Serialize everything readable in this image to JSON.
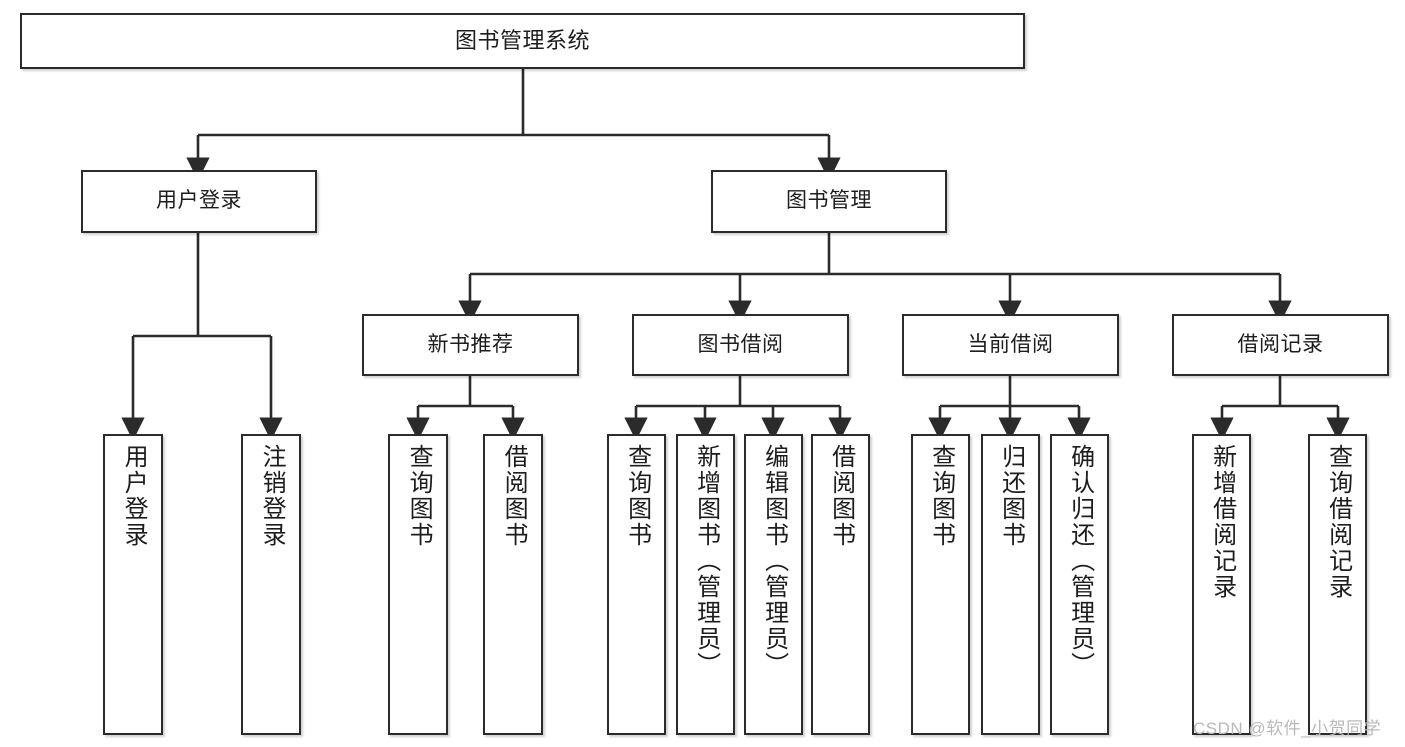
{
  "diagram": {
    "type": "tree-hierarchy-diagram",
    "title": "图书管理系统",
    "root": {
      "id": "root",
      "label": "图书管理系统"
    },
    "level2": [
      {
        "id": "user-login",
        "label": "用户登录"
      },
      {
        "id": "book-management",
        "label": "图书管理"
      }
    ],
    "level3": [
      {
        "id": "new-book-recommend",
        "label": "新书推荐",
        "parent": "book-management"
      },
      {
        "id": "book-borrow",
        "label": "图书借阅",
        "parent": "book-management"
      },
      {
        "id": "current-borrow",
        "label": "当前借阅",
        "parent": "book-management"
      },
      {
        "id": "borrow-record",
        "label": "借阅记录",
        "parent": "book-management"
      }
    ],
    "leaves": [
      {
        "id": "leaf-user-login",
        "label": "用户登录",
        "parent": "user-login"
      },
      {
        "id": "leaf-logout-login",
        "label": "注销登录",
        "parent": "user-login"
      },
      {
        "id": "leaf-query-book-1",
        "label": "查询图书",
        "parent": "new-book-recommend"
      },
      {
        "id": "leaf-borrow-book-1",
        "label": "借阅图书",
        "parent": "new-book-recommend"
      },
      {
        "id": "leaf-query-book-2",
        "label": "查询图书",
        "parent": "book-borrow"
      },
      {
        "id": "leaf-add-book",
        "label": "新增图书（管理员）",
        "parent": "book-borrow"
      },
      {
        "id": "leaf-edit-book",
        "label": "编辑图书（管理员）",
        "parent": "book-borrow"
      },
      {
        "id": "leaf-borrow-book-2",
        "label": "借阅图书",
        "parent": "book-borrow"
      },
      {
        "id": "leaf-query-book-3",
        "label": "查询图书",
        "parent": "current-borrow"
      },
      {
        "id": "leaf-return-book",
        "label": "归还图书",
        "parent": "current-borrow"
      },
      {
        "id": "leaf-confirm-return",
        "label": "确认归还（管理员）",
        "parent": "current-borrow"
      },
      {
        "id": "leaf-add-record",
        "label": "新增借阅记录",
        "parent": "borrow-record"
      },
      {
        "id": "leaf-query-record",
        "label": "查询借阅记录",
        "parent": "borrow-record"
      }
    ]
  },
  "watermark": {
    "text": "CSDN @软件_小贺同学"
  },
  "colors": {
    "box_border": "#2b2b2b",
    "box_fill": "#ffffff",
    "edge": "#2b2b2b",
    "text": "#1d1d1d",
    "watermark": "#b9b9b9",
    "background": "#ffffff"
  }
}
